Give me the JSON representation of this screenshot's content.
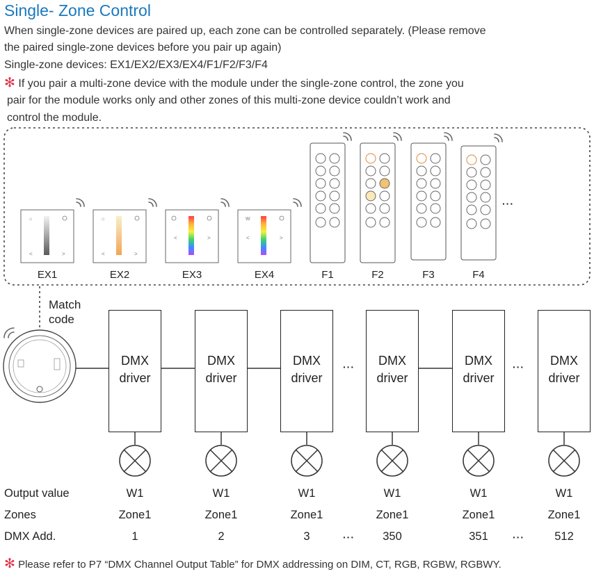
{
  "heading": "Single- Zone Control",
  "intro": {
    "line1": "When single-zone devices are paired up, each zone can be controlled separately. (Please remove",
    "line2": "the paired single-zone devices before you pair up again)",
    "line3": "Single-zone devices: EX1/EX2/EX3/EX4/F1/F2/F3/F4"
  },
  "note": {
    "mark": "✻",
    "line1": " If you pair a multi-zone device with the module under the single-zone control, the zone you",
    "line2": "pair for the module works only and other zones of this multi-zone device couldn’t work and",
    "line3": "control the module."
  },
  "devices": {
    "labels": [
      "EX1",
      "EX2",
      "EX3",
      "EX4",
      "F1",
      "F2",
      "F3",
      "F4"
    ],
    "more": "···"
  },
  "match_code": {
    "line1": "Match",
    "line2": "code"
  },
  "drivers": {
    "line1": "DMX",
    "line2": "driver",
    "gap": "···"
  },
  "table": {
    "output_label": "Output value",
    "zones_label": "Zones",
    "dmx_label": "DMX Add.",
    "output_values": [
      "W1",
      "W1",
      "W1",
      "W1",
      "W1",
      "W1"
    ],
    "zones": [
      "Zone1",
      "Zone1",
      "Zone1",
      "Zone1",
      "Zone1",
      "Zone1"
    ],
    "dmx_addresses": [
      "1",
      "2",
      "3",
      "350",
      "351",
      "512"
    ],
    "gap": "···"
  },
  "footnote": {
    "mark": "✻",
    "text": " Please refer to P7 “DMX Channel Output Table” for DMX addressing on DIM, CT, RGB, RGBW, RGBWY."
  }
}
